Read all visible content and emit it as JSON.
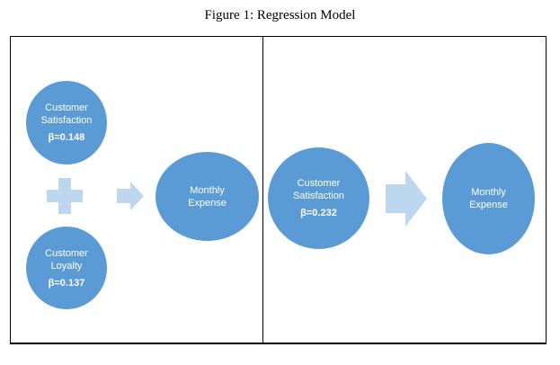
{
  "title": "Figure 1: Regression Model",
  "left_panel": {
    "node_satisfaction": {
      "label_line1": "Customer",
      "label_line2": "Satisfaction",
      "beta": "β=0.148"
    },
    "node_loyalty": {
      "label_line1": "Customer",
      "label_line2": "Loyalty",
      "beta": "β=0.137"
    },
    "node_expense": {
      "label_line1": "Monthly",
      "label_line2": "Expense"
    },
    "plus_icon": "plus-icon",
    "arrow_icon": "arrow-right-icon"
  },
  "right_panel": {
    "node_satisfaction": {
      "label_line1": "Customer",
      "label_line2": "Satisfaction",
      "beta": "β=0.232"
    },
    "node_expense": {
      "label_line1": "Monthly",
      "label_line2": "Expense"
    },
    "arrow_icon": "arrow-right-icon"
  },
  "colors": {
    "node_fill": "#5b9bd5",
    "connector_fill": "#bdd7ee",
    "text": "#ffffff"
  }
}
